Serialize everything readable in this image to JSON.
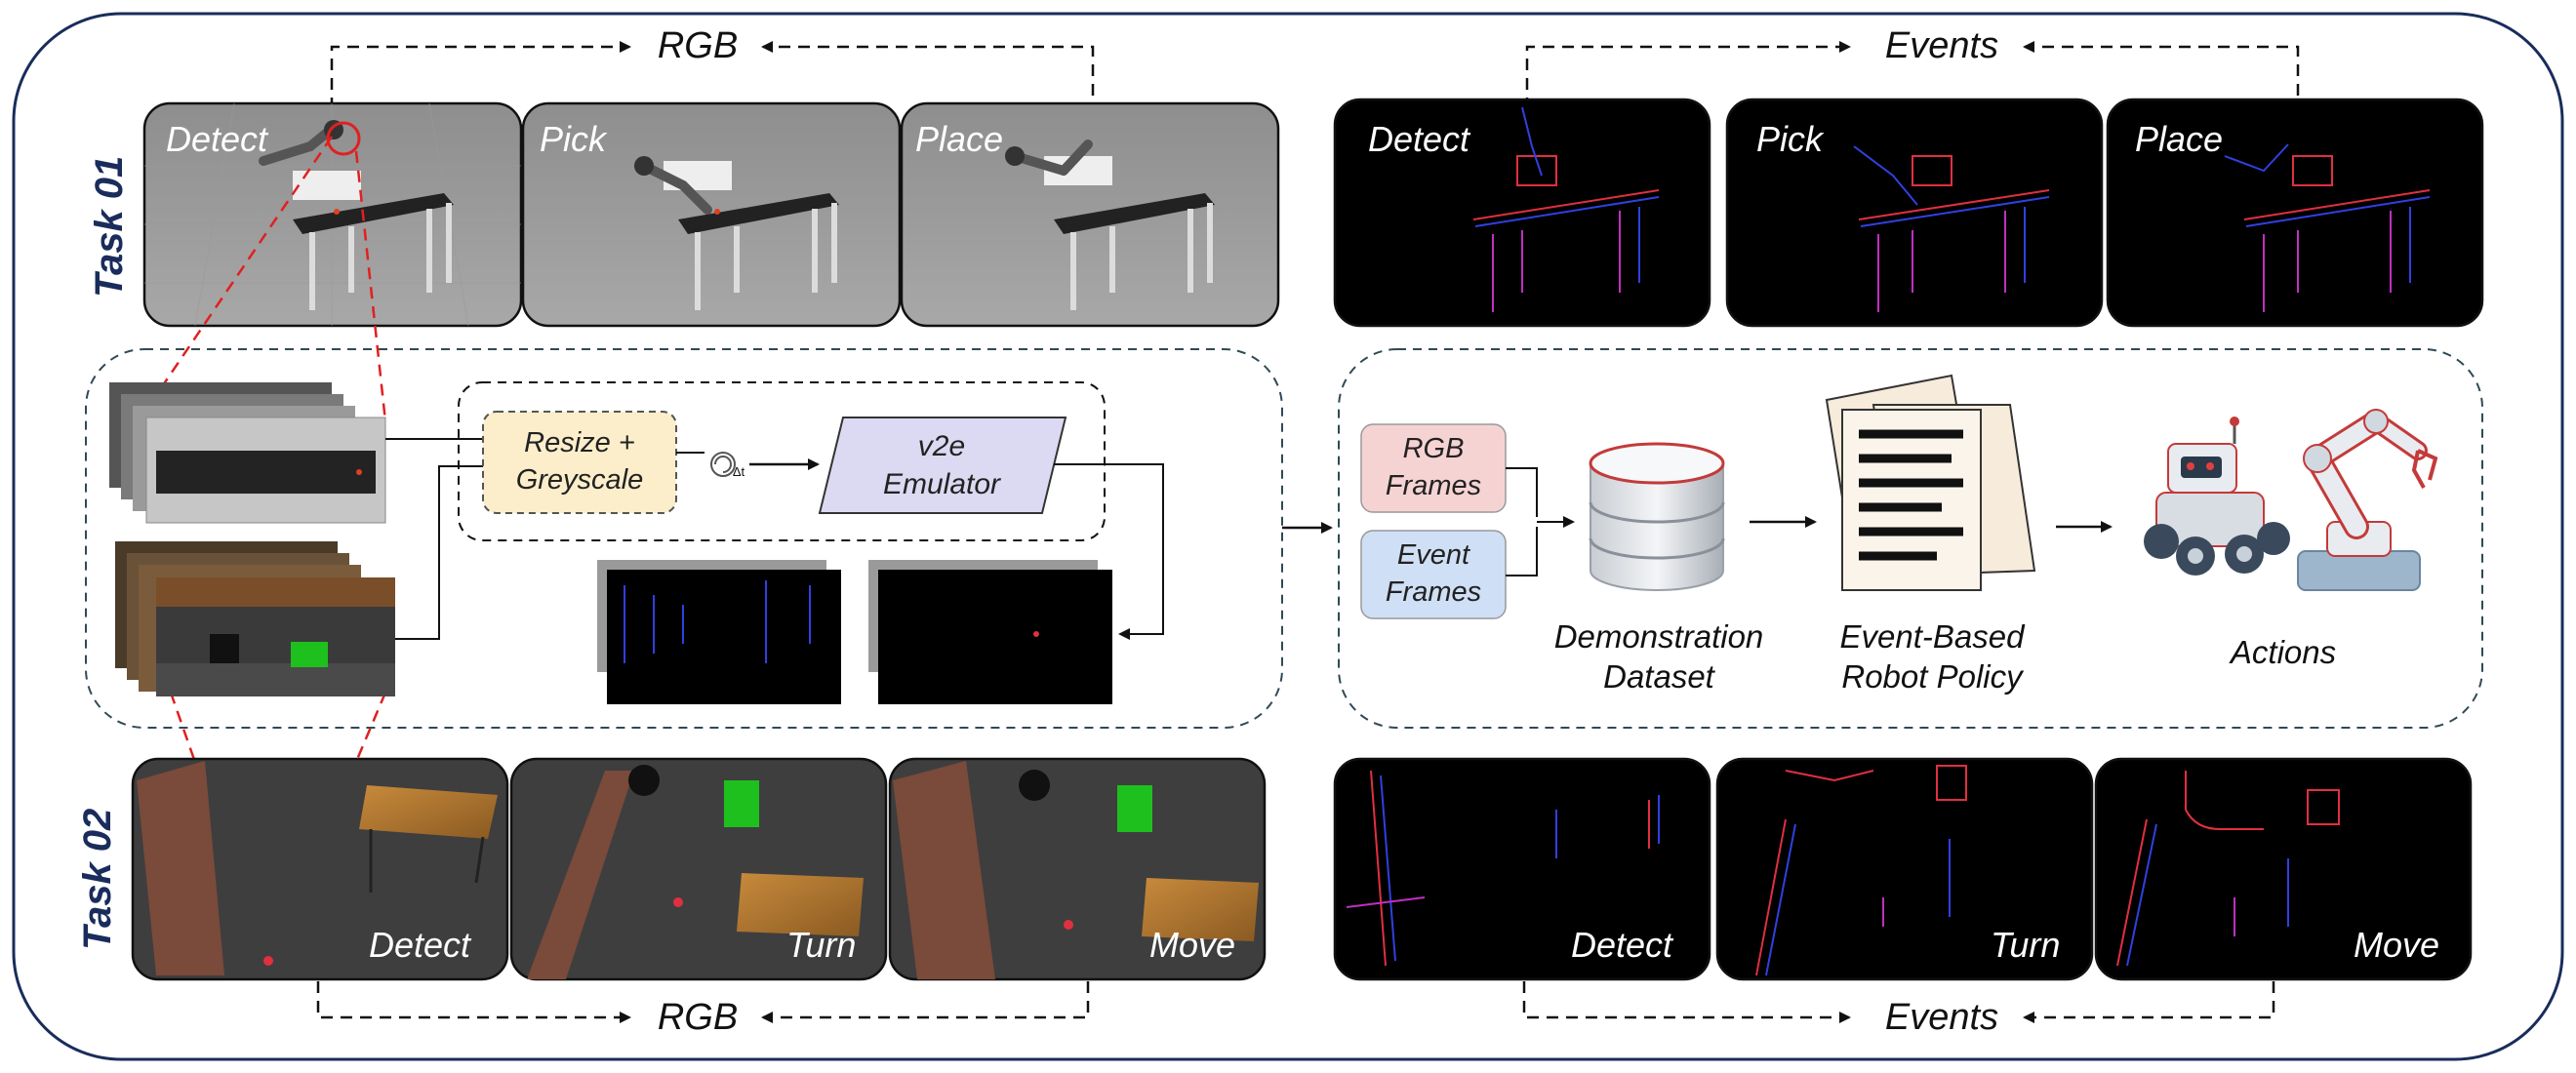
{
  "task_labels": {
    "task1": "Task 01",
    "task2": "Task 02"
  },
  "flow_labels": {
    "rgb_top": "RGB",
    "events_top": "Events",
    "rgb_bottom": "RGB",
    "events_bottom": "Events"
  },
  "task1_rgb_panels": [
    "Detect",
    "Pick",
    "Place"
  ],
  "task1_event_panels": [
    "Detect",
    "Pick",
    "Place"
  ],
  "task2_rgb_panels": [
    "Detect",
    "Turn",
    "Move"
  ],
  "task2_event_panels": [
    "Detect",
    "Turn",
    "Move"
  ],
  "pipeline": {
    "resize": "Resize +\nGreyscale",
    "delta_t_icon": "Δt",
    "emulator": "v2e\nEmulator"
  },
  "policy": {
    "rgb_frames": "RGB\nFrames",
    "event_frames": "Event\nFrames",
    "dataset": "Demonstration\nDataset",
    "policy": "Event-Based\nRobot Policy",
    "actions": "Actions"
  },
  "colors": {
    "task_text": "#1a2c5c",
    "outer_border": "#1a2c5c",
    "resize_fill": "#fdeecb",
    "emulator_fill": "#dcdaf2",
    "rgb_frames_fill": "#f6d3d3",
    "event_frames_fill": "#cfdff5",
    "event_red": "#e03040",
    "event_blue": "#3040e0"
  }
}
